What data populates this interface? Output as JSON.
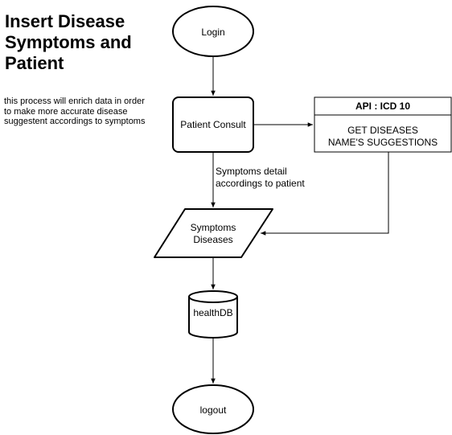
{
  "title": "Insert Disease Symptoms and Patient",
  "description": "this process will enrich data in order to make more accurate disease suggestent accordings to symptoms",
  "nodes": {
    "login": "Login",
    "patient_consult": "Patient Consult",
    "api_header": "API : ICD 10",
    "api_body_line1": "GET DISEASES",
    "api_body_line2": "NAME'S SUGGESTIONS",
    "symptoms_line1": "Symptoms",
    "symptoms_line2": "Diseases",
    "healthdb": "healthDB",
    "logout": "logout"
  },
  "edge_labels": {
    "symptoms_detail_line1": "Symptoms detail",
    "symptoms_detail_line2": "accordings to patient"
  },
  "colors": {
    "stroke": "#000000",
    "background": "#ffffff",
    "text": "#000000"
  }
}
